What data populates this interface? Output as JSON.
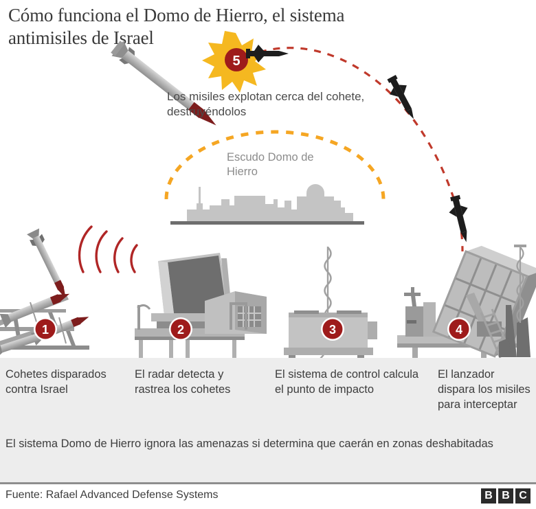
{
  "title": "Cómo funciona el Domo de Hierro, el sistema antimisiles de Israel",
  "art_labels": {
    "explosion": "Los misiles explotan cerca del cohete, destruyéndolos",
    "shield": "Escudo Domo de Hierro"
  },
  "steps": [
    {
      "number": "1",
      "caption": "Cohetes disparados contra Israel"
    },
    {
      "number": "2",
      "caption": "El radar detecta y rastrea los cohetes"
    },
    {
      "number": "3",
      "caption": "El sistema de control calcula el punto de impacto"
    },
    {
      "number": "4",
      "caption": "El lanzador dispara los misiles para interceptar"
    },
    {
      "number": "5",
      "caption": "Los misiles explotan cerca del cohete, destruyéndolos"
    }
  ],
  "footnote": "El sistema Domo de Hierro ignora las amenazas si determina que caerán en zonas deshabitadas",
  "source": "Fuente: Rafael Advanced Defense Systems",
  "logo": {
    "b1": "B",
    "b2": "B",
    "c": "C"
  },
  "colors": {
    "marker_red": "#9e1b1b",
    "trajectory_red": "#c0392b",
    "shield_orange": "#f5a623",
    "burst_yellow": "#f5b820",
    "rocket_tip": "#7d1d1d",
    "metal_light": "#c9c9c9",
    "metal_mid": "#a6a6a6",
    "metal_dark": "#787878",
    "skyline_gray": "#c4c4c4",
    "caption_bg": "#ededed",
    "text_dark": "#3d3d3d",
    "text_muted": "#8c8c8c"
  }
}
